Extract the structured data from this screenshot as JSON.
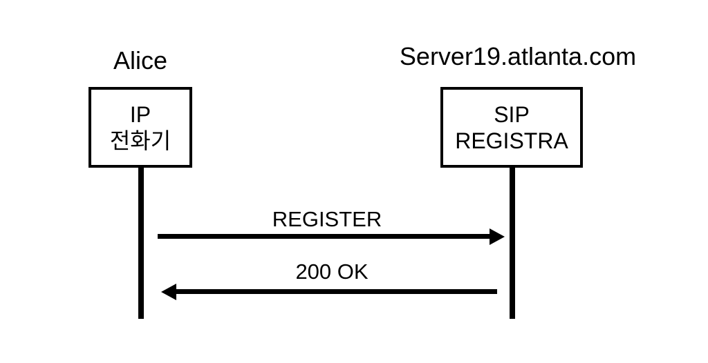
{
  "diagram": {
    "title_hint": "SIP registration sequence diagram",
    "colors": {
      "foreground": "#000000",
      "background": "#ffffff"
    },
    "left_actor": {
      "name": "Alice",
      "box_line1": "IP",
      "box_line2": "전화기"
    },
    "right_actor": {
      "name": "Server19.atlanta.com",
      "box_line1": "SIP",
      "box_line2": "REGISTRA"
    },
    "messages": [
      {
        "label": "REGISTER",
        "from": "Alice",
        "to": "Server19.atlanta.com",
        "direction": "right"
      },
      {
        "label": "200 OK",
        "from": "Server19.atlanta.com",
        "to": "Alice",
        "direction": "left"
      }
    ]
  }
}
